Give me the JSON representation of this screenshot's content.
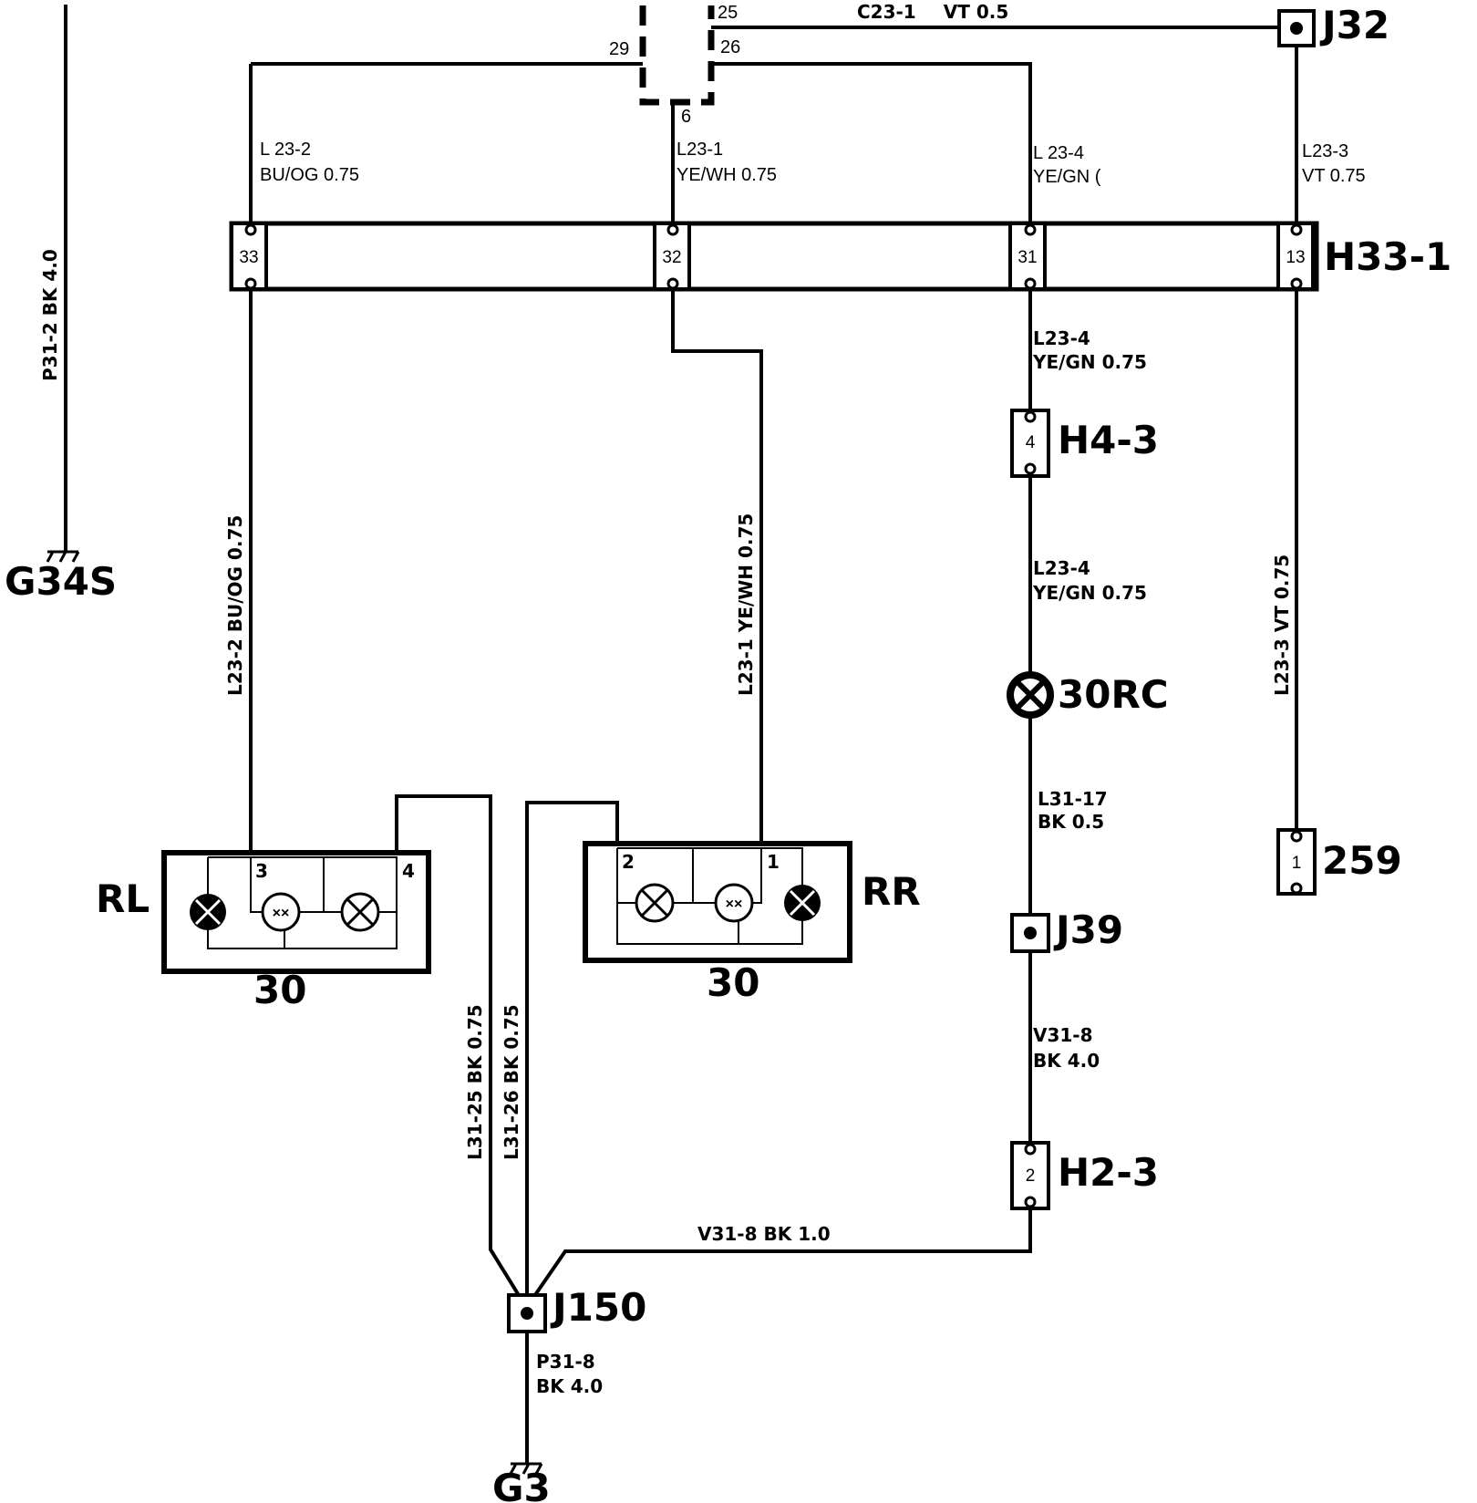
{
  "components": {
    "connector_bar": {
      "name": "H33-1",
      "pins": [
        "33",
        "32",
        "31",
        "13"
      ]
    },
    "connector_top": {
      "pins": [
        "29",
        "25",
        "26",
        "6"
      ]
    },
    "connector_h4": {
      "name": "H4-3",
      "pin": "4"
    },
    "connector_h2": {
      "name": "H2-3",
      "pin": "2"
    },
    "connector_259": {
      "name": "259",
      "pin": "1"
    },
    "junction_j32": {
      "name": "J32"
    },
    "junction_j39": {
      "name": "J39"
    },
    "junction_j150": {
      "name": "J150"
    },
    "ground_g34s": {
      "name": "G34S"
    },
    "ground_g3": {
      "name": "G3"
    },
    "lamp_30rc": {
      "name": "30RC"
    },
    "lamp_rl": {
      "name": "RL",
      "number": "30",
      "pin_a": "3",
      "pin_b": "4"
    },
    "lamp_rr": {
      "name": "RR",
      "number": "30",
      "pin_a": "2",
      "pin_b": "1"
    }
  },
  "wires": {
    "c23_1": {
      "id": "C23-1",
      "spec": "VT   0.5"
    },
    "l23_2_top": {
      "id": "L 23-2",
      "spec": "BU/OG 0.75"
    },
    "l23_1_top": {
      "id": "L23-1",
      "spec": "YE/WH 0.75"
    },
    "l23_4_top": {
      "id": "L 23-4",
      "spec": "YE/GN ("
    },
    "l23_3_top": {
      "id": "L23-3",
      "spec": "VT 0.75"
    },
    "l23_4_a": {
      "id": "L23-4",
      "spec": "YE/GN  0.75"
    },
    "l23_4_b": {
      "id": "L23-4",
      "spec": "YE/GN  0.75"
    },
    "l31_17": {
      "id": "L31-17",
      "spec": "BK  0.5"
    },
    "v31_8_a": {
      "id": "V31-8",
      "spec": "BK  4.0"
    },
    "v31_8_b": {
      "text": "V31-8   BK  1.0"
    },
    "p31_8": {
      "id": "P31-8",
      "spec": "BK  4.0"
    },
    "p31_2_vert": {
      "text": "P31-2   BK  4.0"
    },
    "l23_2_vert": {
      "text": "L23-2     BU/OG  0.75"
    },
    "l23_1_vert": {
      "text": "L23-1     YE/WH  0.75"
    },
    "l23_3_vert": {
      "text": "L23-3     VT  0.75"
    },
    "l31_25_vert": {
      "text": "L31-25    BK  0.75"
    },
    "l31_26_vert": {
      "text": "L31-26    BK  0.75"
    }
  }
}
